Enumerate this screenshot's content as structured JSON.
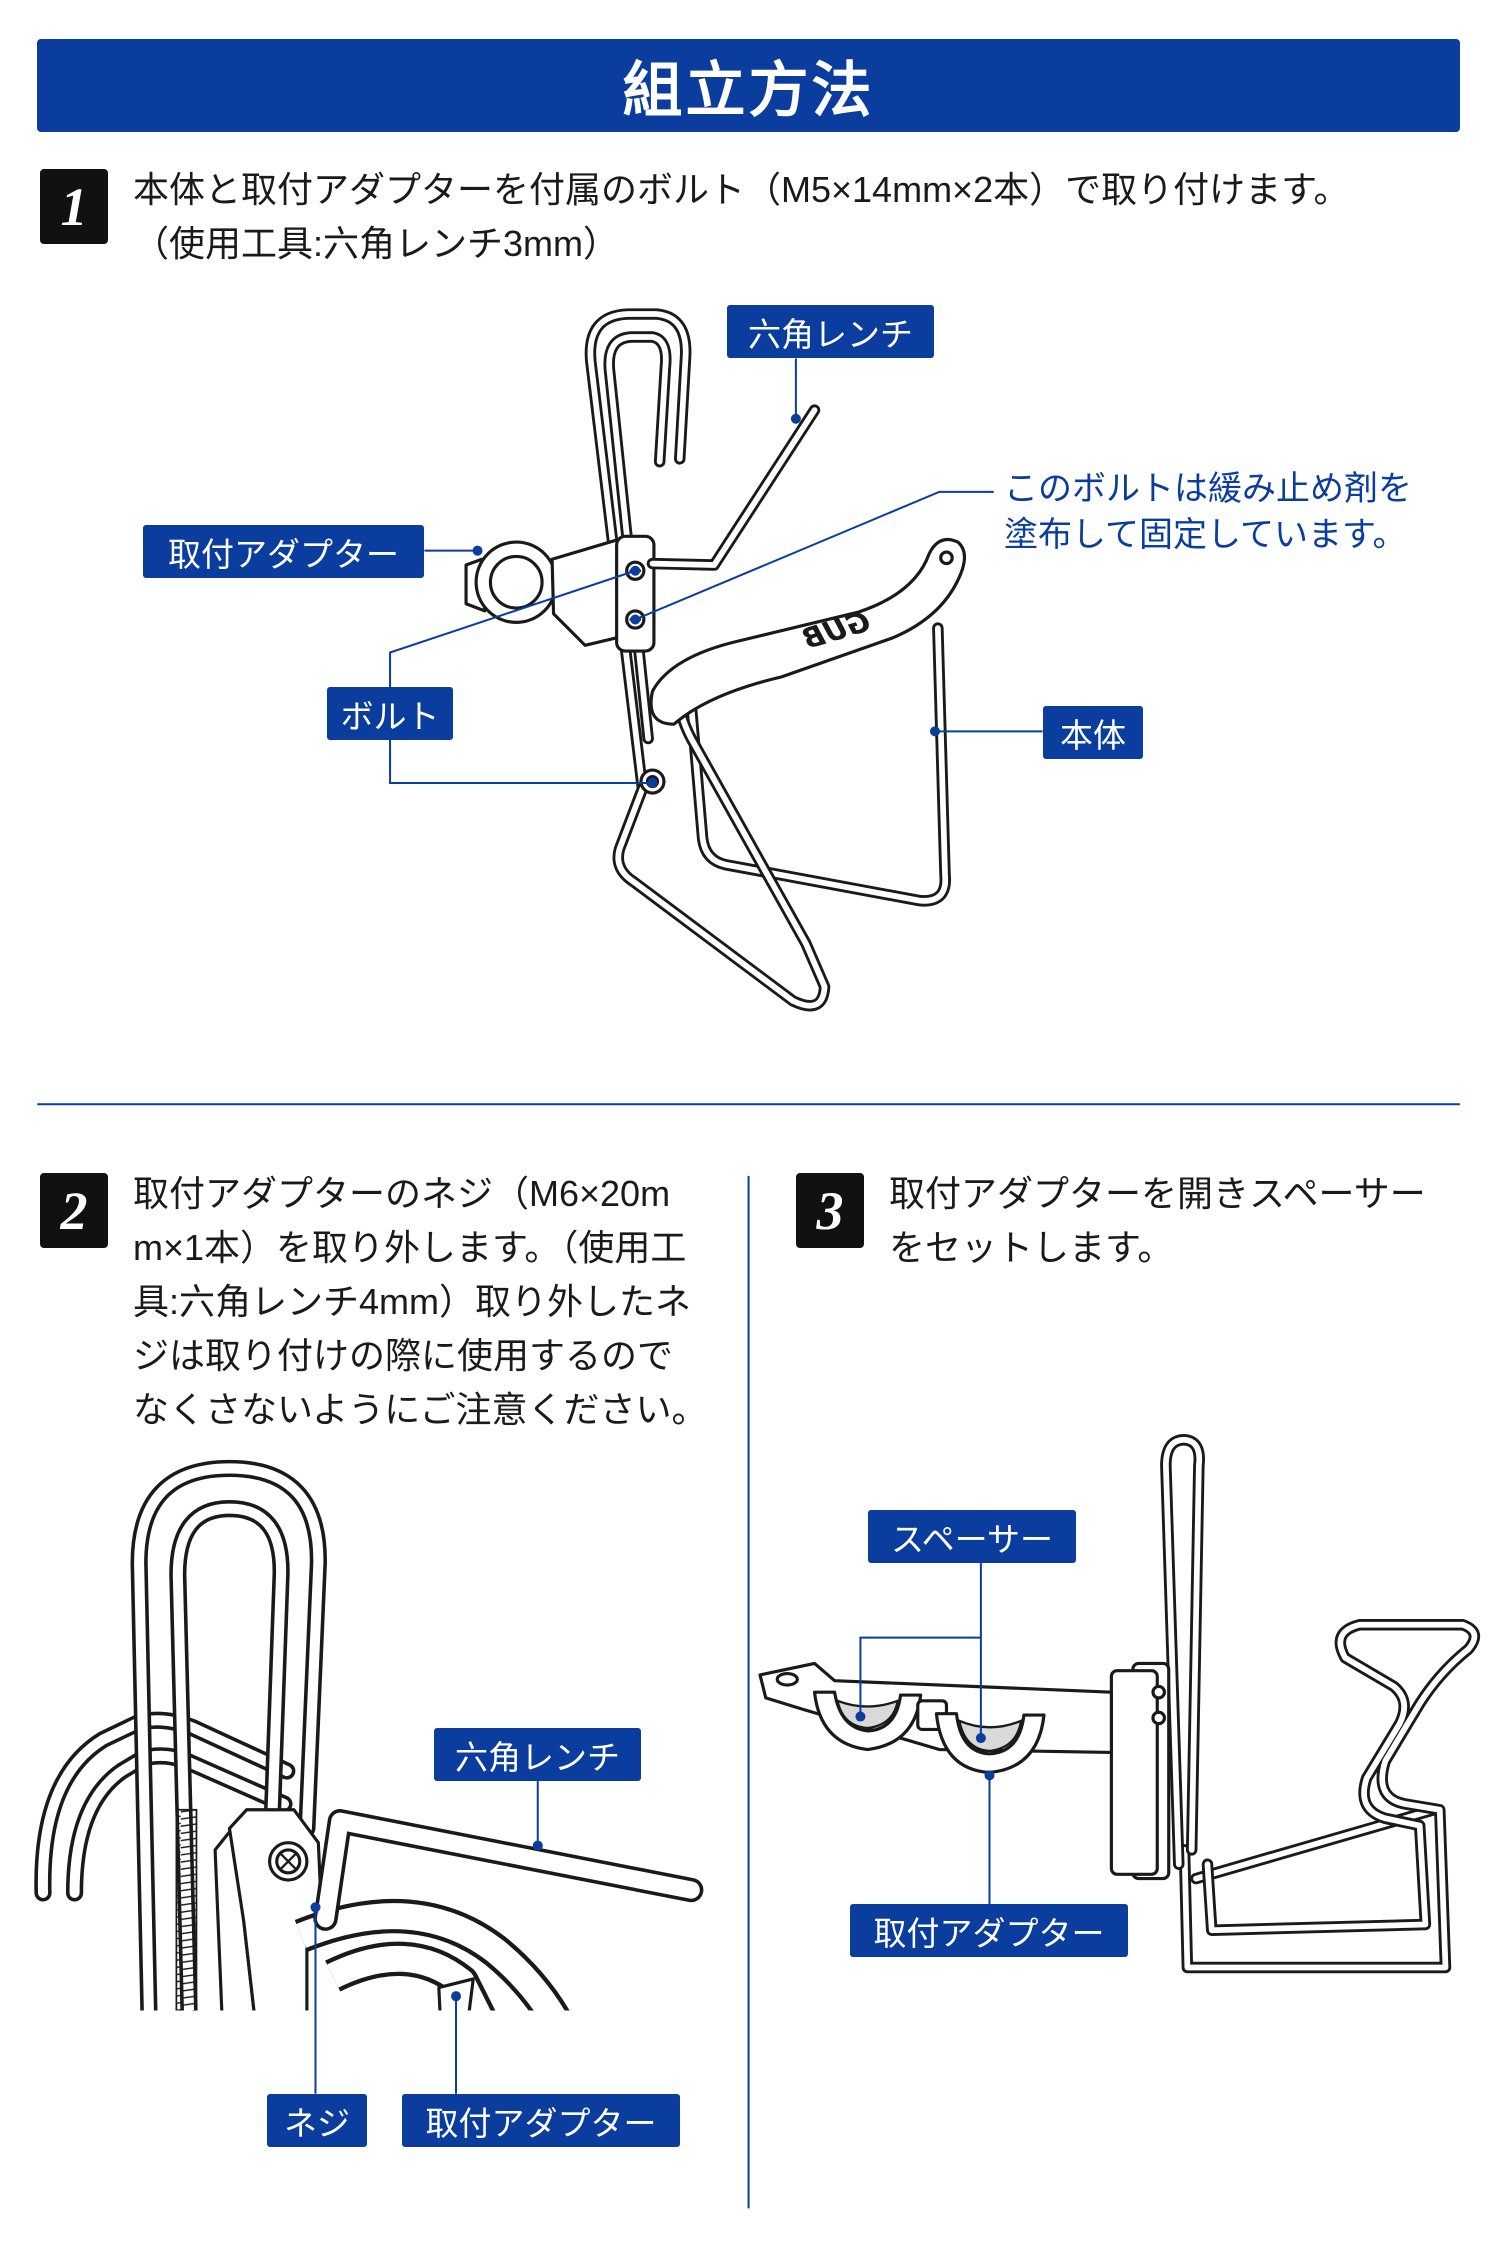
{
  "header": {
    "title": "組立方法"
  },
  "steps": [
    {
      "number": "1",
      "lines": [
        "本体と取付アダプターを付属のボルト（M5×14mm×2本）で取り付けます。",
        "（使用工具:六角レンチ3mm）"
      ],
      "callouts": {
        "hex_wrench": "六角レンチ",
        "adapter": "取付アダプター",
        "bolt": "ボルト",
        "body": "本体",
        "note_lines": [
          "このボルトは緩み止め剤を",
          "塗布して固定しています。"
        ]
      },
      "logo_text": "GUB"
    },
    {
      "number": "2",
      "lines": [
        "取付アダプターのネジ（M6×20m",
        "m×1本）を取り外します。（使用工",
        "具:六角レンチ4mm）取り外したネ",
        "ジは取り付けの際に使用するので",
        "なくさないようにご注意ください。"
      ],
      "callouts": {
        "hex_wrench": "六角レンチ",
        "screw": "ネジ",
        "adapter": "取付アダプター"
      }
    },
    {
      "number": "3",
      "lines": [
        "取付アダプターを開きスペーサー",
        "をセットします。"
      ],
      "callouts": {
        "spacer": "スペーサー",
        "adapter": "取付アダプター"
      }
    }
  ],
  "colors": {
    "accent": "#0a3d9e",
    "badge": "#111111",
    "line_art": "#1a1a1a"
  }
}
